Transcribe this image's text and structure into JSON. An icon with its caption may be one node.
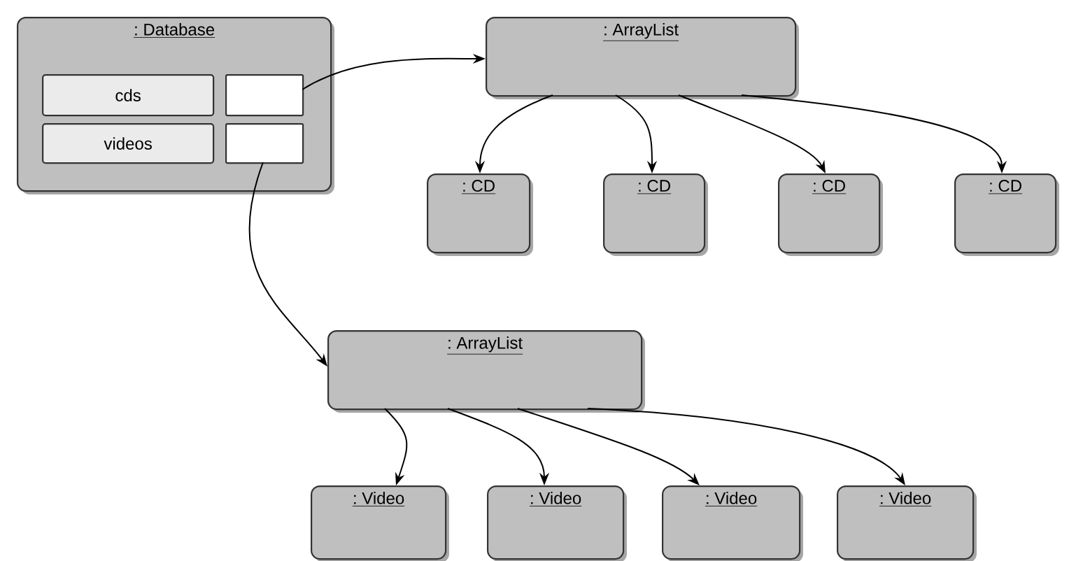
{
  "diagram": {
    "nodes": [
      {
        "text": [
          ": Database"
        ]
      },
      {
        "text": [
          "cds"
        ],
        "in": 0
      },
      {
        "text": [],
        "shape": "box",
        "in": 0
      },
      {
        "text": [
          "videos"
        ],
        "in": 0
      },
      {
        "text": [],
        "shape": "box",
        "in": 0
      },
      {
        "text": [
          ": ArrayList"
        ]
      },
      {
        "text": [
          ": CD"
        ]
      },
      {
        "text": [
          ": CD"
        ]
      },
      {
        "text": [
          ": CD"
        ]
      },
      {
        "text": [
          ": CD"
        ]
      },
      {
        "text": [
          ": ArrayList"
        ]
      },
      {
        "text": [
          ": Video"
        ]
      },
      {
        "text": [
          ": Video"
        ]
      },
      {
        "text": [
          ": Video"
        ]
      },
      {
        "text": [
          ": Video"
        ]
      }
    ],
    "edges": [
      {
        "from": 2,
        "to": 5,
        "arrow": "to"
      },
      {
        "from": 5,
        "to": 6,
        "arrow": "to"
      },
      {
        "from": 5,
        "to": 7,
        "arrow": "to"
      },
      {
        "from": 5,
        "to": 8,
        "arrow": "to"
      },
      {
        "from": 5,
        "to": 9,
        "arrow": "to"
      },
      {
        "from": 4,
        "to": 10,
        "arrow": "to"
      },
      {
        "from": 10,
        "to": 11,
        "arrow": "to"
      },
      {
        "from": 10,
        "to": 12,
        "arrow": "to"
      },
      {
        "from": 10,
        "to": 13,
        "arrow": "to"
      },
      {
        "from": 10,
        "to": 14,
        "arrow": "to"
      }
    ]
  }
}
